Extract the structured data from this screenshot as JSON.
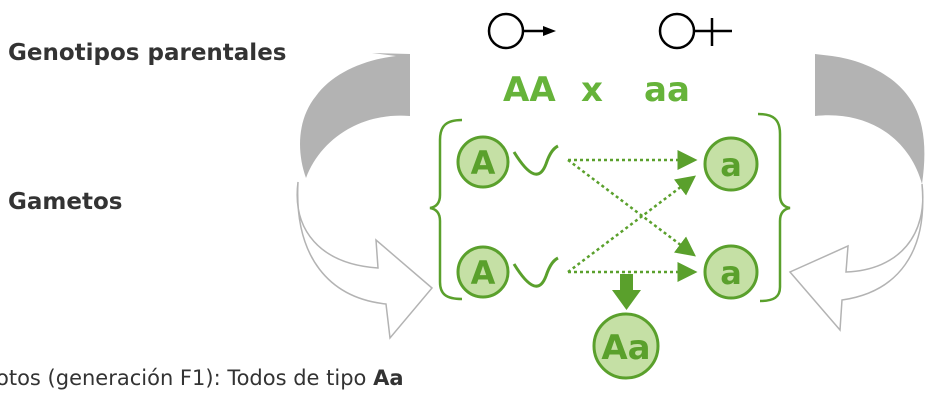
{
  "labels": {
    "parental_genotypes": "Genotipos parentales",
    "gametes": "Gametos",
    "zygotes_prefix": "otos (generación F1): Todos de tipo ",
    "zygotes_genotype": "Aa"
  },
  "parents": {
    "male_symbol": "male-symbol-icon",
    "female_symbol": "female-symbol-icon",
    "cross": "AA x aa",
    "male_genotype": "AA",
    "cross_sign": "x",
    "female_genotype": "aa"
  },
  "gametes": {
    "male": [
      "A",
      "A"
    ],
    "female": [
      "a",
      "a"
    ]
  },
  "offspring": "Aa",
  "colors": {
    "green": "#5aa02c",
    "green_fill": "#c5e0a5",
    "gray_arrow": "#b3b3b3"
  }
}
